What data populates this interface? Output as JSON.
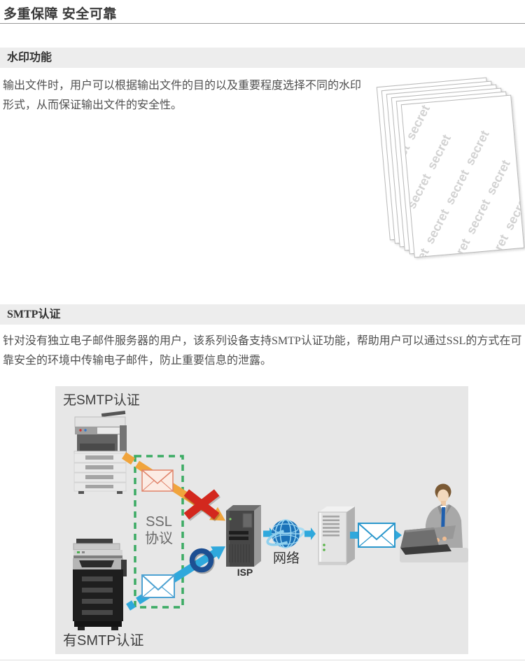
{
  "page": {
    "title": "多重保障 安全可靠"
  },
  "sections": {
    "watermark": {
      "heading": "水印功能",
      "body": "输出文件时，用户可以根据输出文件的目的以及重要程度选择不同的水印形式，从而保证输出文件的安全性。",
      "watermark_word": "secret"
    },
    "smtp": {
      "heading": "SMTP认证",
      "body": "针对没有独立电子邮件服务器的用户，该系列设备支持SMTP认证功能，帮助用户可以通过SSL的方式在可靠安全的环境中传输电子邮件，防止重要信息的泄露。",
      "diagram": {
        "label_no_auth": "无SMTP认证",
        "label_with_auth": "有SMTP认证",
        "ssl_label_line1": "SSL",
        "ssl_label_line2": "协议",
        "isp_label": "ISP",
        "network_label": "网络",
        "colors": {
          "diagram_background": "#e7e7e7",
          "no_auth_arrow": "#f0a43c",
          "blocked_x": "#d3281e",
          "auth_arrow": "#2fa8dc",
          "ssl_box_border": "#3cab64",
          "secure_ring": "#1d4f92"
        }
      }
    }
  }
}
